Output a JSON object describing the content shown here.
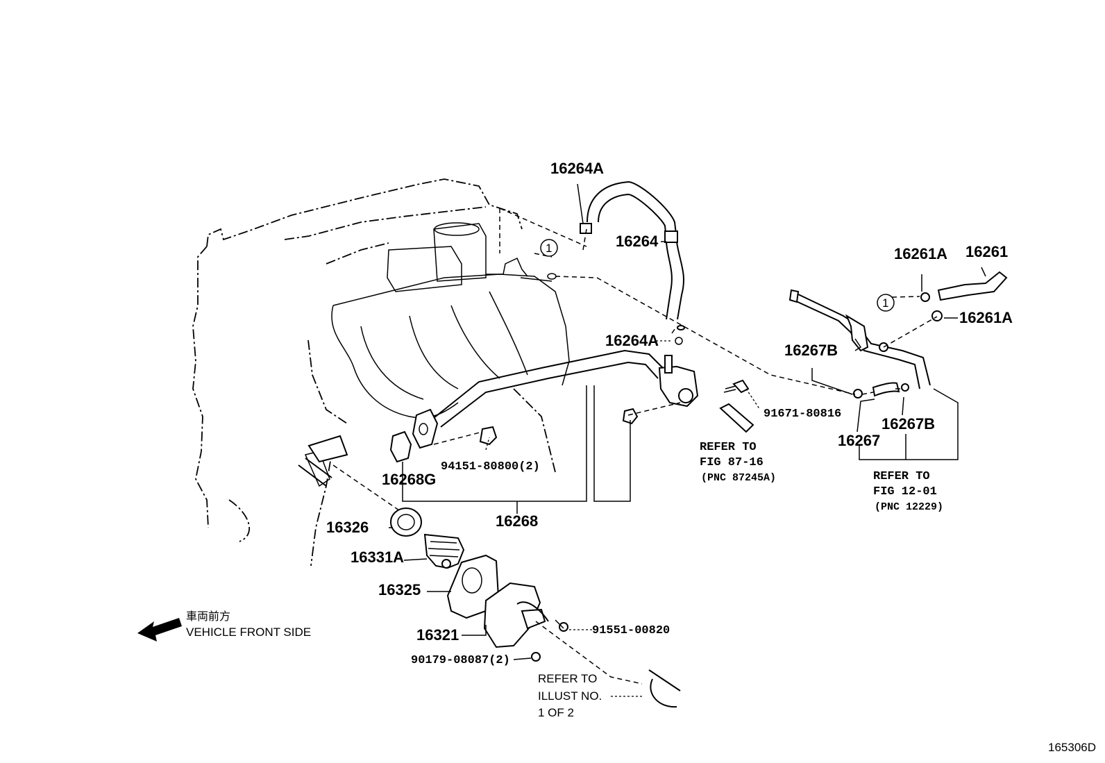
{
  "diagram": {
    "labels": {
      "p16264A_top": "16264A",
      "p16264": "16264",
      "p16264A_mid": "16264A",
      "p16261A_top": "16261A",
      "p16261": "16261",
      "p16261A_right": "16261A",
      "p16267B_left": "16267B",
      "p16267B_right": "16267B",
      "p16267": "16267",
      "p91671": "91671-80816",
      "p94151": "94151-80800(2)",
      "p16268G": "16268G",
      "p16268": "16268",
      "p16326": "16326",
      "p16331A": "16331A",
      "p16325": "16325",
      "p16321": "16321",
      "p91551": "91551-00820",
      "p90179": "90179-08087(2)",
      "callout_1a": "1",
      "callout_1b": "1"
    },
    "refs": {
      "fig87_line1": "REFER TO",
      "fig87_line2": "FIG 87-16",
      "fig87_line3": "(PNC 87245A)",
      "fig12_line1": "REFER TO",
      "fig12_line2": "FIG 12-01",
      "fig12_line3": "(PNC 12229)",
      "illust_line1": "REFER TO",
      "illust_line2": "ILLUST NO.",
      "illust_line3": "1 OF 2"
    },
    "direction": {
      "jp": "車両前方",
      "en": "VEHICLE FRONT SIDE"
    },
    "figure_id": "165306D"
  }
}
